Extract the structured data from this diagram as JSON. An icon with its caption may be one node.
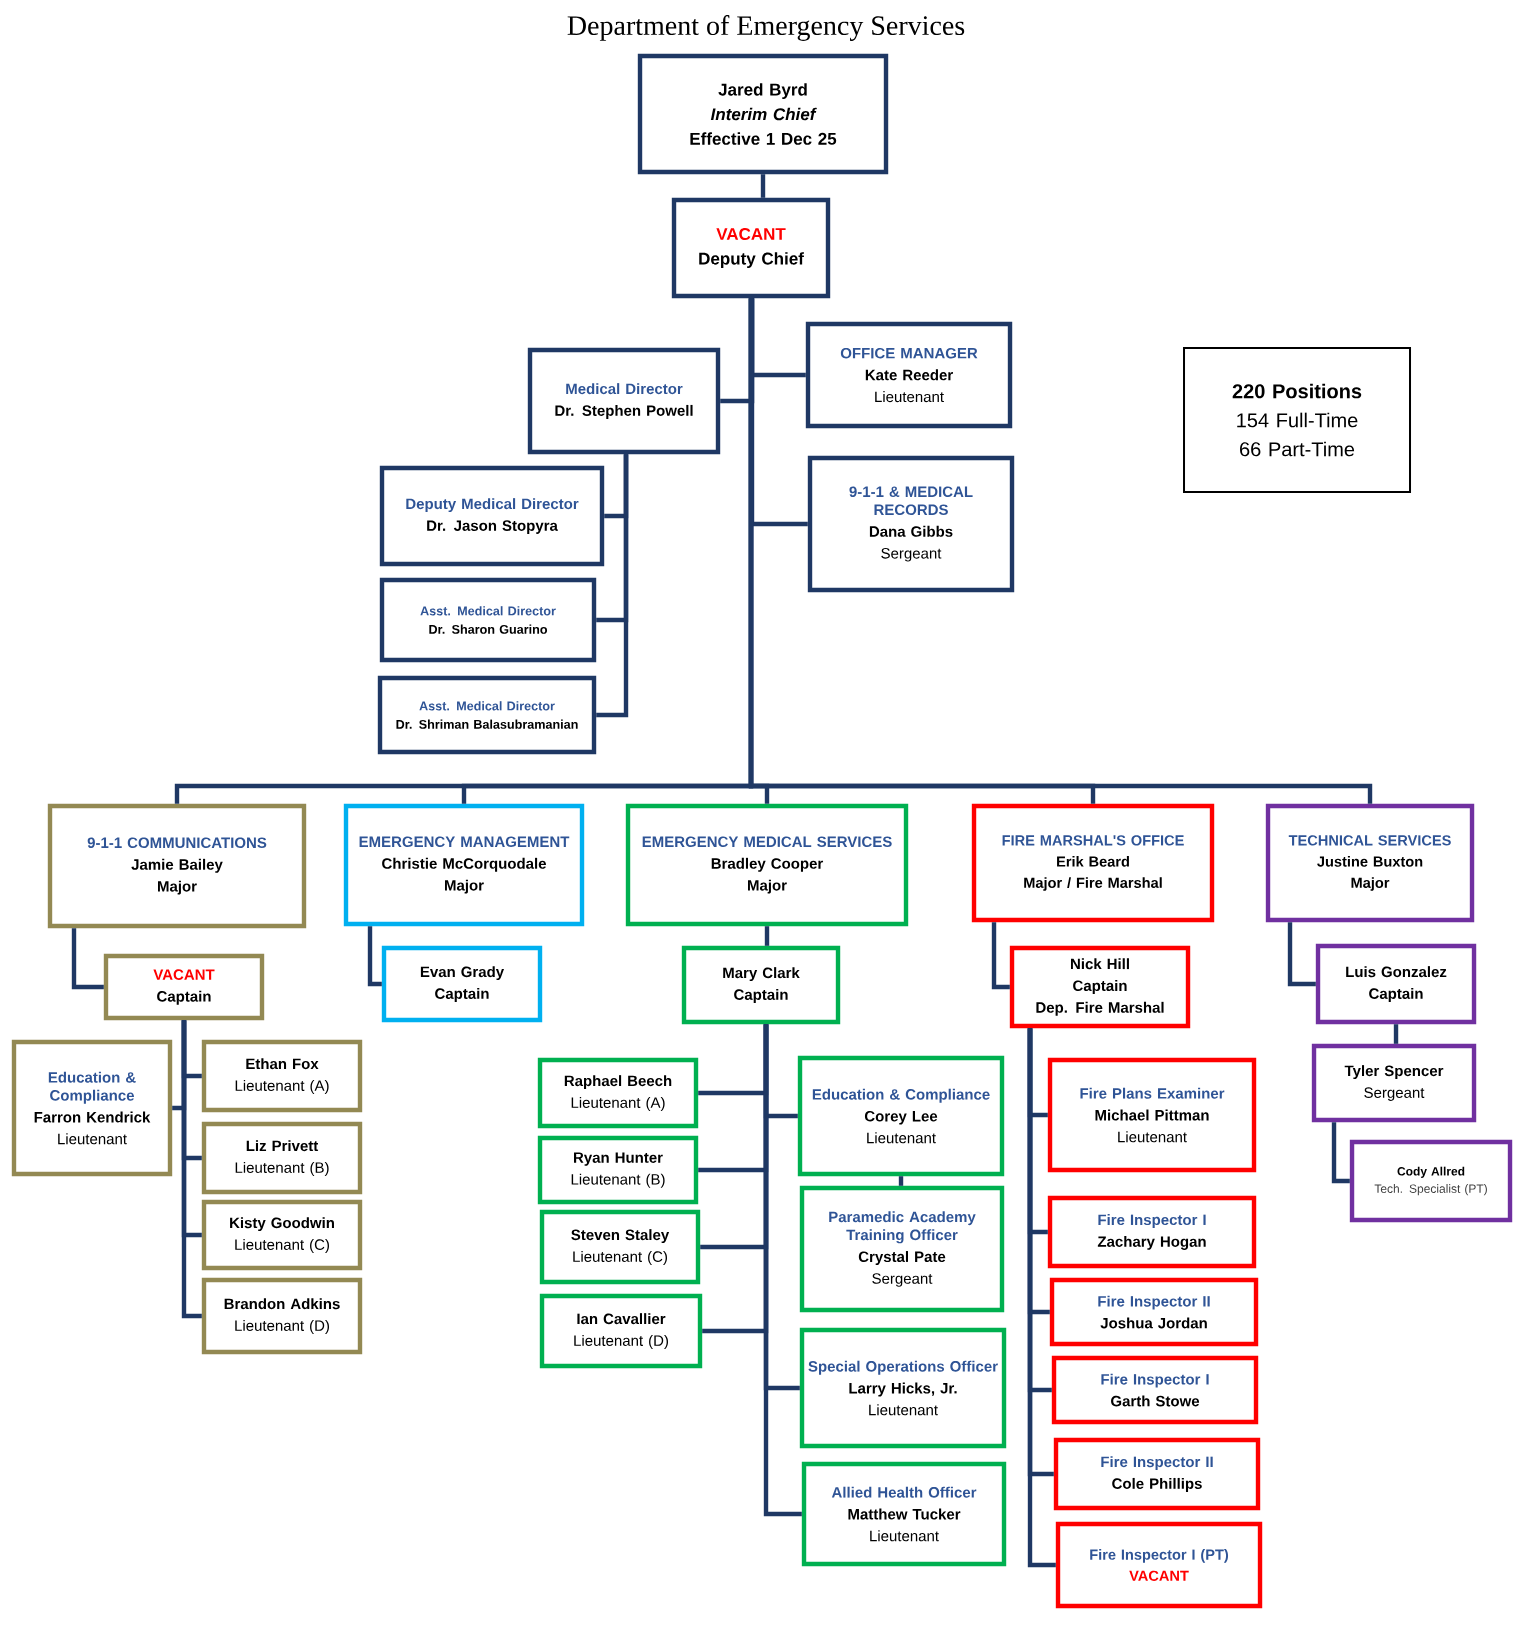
{
  "diagram": {
    "title": "Department of Emergency Services",
    "nodes": [
      {
        "text": [
          "Jared Byrd",
          "Interim Chief",
          "Effective 1 Dec 25"
        ]
      },
      {
        "text": [
          "VACANT",
          "Deputy Chief"
        ]
      },
      {
        "text": [
          "Medical Director",
          "Dr. Stephen Powell"
        ]
      },
      {
        "text": [
          "OFFICE MANAGER",
          "Kate Reeder",
          "Lieutenant"
        ]
      },
      {
        "text": [
          "Deputy Medical Director",
          "Dr. Jason Stopyra"
        ]
      },
      {
        "text": [
          "Asst. Medical Director",
          "Dr. Sharon Guarino"
        ]
      },
      {
        "text": [
          "Asst. Medical Director",
          "Dr. Shriman Balasubramanian"
        ]
      },
      {
        "text": [
          "9-1-1 & MEDICAL RECORDS",
          "Dana Gibbs",
          "Sergeant"
        ]
      },
      {
        "text": [
          "220 Positions",
          "154 Full-Time",
          "66 Part-Time"
        ]
      },
      {
        "text": [
          "9-1-1 COMMUNICATIONS",
          "Jamie Bailey",
          "Major"
        ]
      },
      {
        "text": [
          "VACANT",
          "Captain"
        ]
      },
      {
        "text": [
          "Education & Compliance",
          "Farron Kendrick",
          "Lieutenant"
        ]
      },
      {
        "text": [
          "Ethan Fox",
          "Lieutenant (A)"
        ]
      },
      {
        "text": [
          "Liz Privett",
          "Lieutenant (B)"
        ]
      },
      {
        "text": [
          "Kisty Goodwin",
          "Lieutenant (C)"
        ]
      },
      {
        "text": [
          "Brandon Adkins",
          "Lieutenant (D)"
        ]
      },
      {
        "text": [
          "EMERGENCY MANAGEMENT",
          "Christie McCorquodale",
          "Major"
        ]
      },
      {
        "text": [
          "Evan Grady",
          "Captain"
        ]
      },
      {
        "text": [
          "EMERGENCY MEDICAL SERVICES",
          "Bradley Cooper",
          "Major"
        ]
      },
      {
        "text": [
          "Mary Clark",
          "Captain"
        ]
      },
      {
        "text": [
          "Raphael Beech",
          "Lieutenant (A)"
        ]
      },
      {
        "text": [
          "Ryan Hunter",
          "Lieutenant (B)"
        ]
      },
      {
        "text": [
          "Steven Staley",
          "Lieutenant (C)"
        ]
      },
      {
        "text": [
          "Ian Cavallier",
          "Lieutenant (D)"
        ]
      },
      {
        "text": [
          "Education & Compliance",
          "Corey Lee",
          "Lieutenant"
        ]
      },
      {
        "text": [
          "Paramedic Academy Training Officer",
          "Crystal Pate",
          "Sergeant"
        ]
      },
      {
        "text": [
          "Special Operations Officer",
          "Larry Hicks, Jr.",
          "Lieutenant"
        ]
      },
      {
        "text": [
          "Allied Health Officer",
          "Matthew Tucker",
          "Lieutenant"
        ]
      },
      {
        "text": [
          "FIRE MARSHAL'S OFFICE",
          "Erik Beard",
          "Major / Fire Marshal"
        ]
      },
      {
        "text": [
          "Nick Hill",
          "Captain",
          "Dep. Fire Marshal"
        ]
      },
      {
        "text": [
          "Fire Plans Examiner",
          "Michael Pittman",
          "Lieutenant"
        ]
      },
      {
        "text": [
          "Fire Inspector I",
          "Zachary Hogan"
        ]
      },
      {
        "text": [
          "Fire Inspector II",
          "Joshua Jordan"
        ]
      },
      {
        "text": [
          "Fire Inspector I",
          "Garth Stowe"
        ]
      },
      {
        "text": [
          "Fire Inspector II",
          "Cole Phillips"
        ]
      },
      {
        "text": [
          "Fire Inspector I (PT)",
          "VACANT"
        ]
      },
      {
        "text": [
          "TECHNICAL SERVICES",
          "Justine Buxton",
          "Major"
        ]
      },
      {
        "text": [
          "Luis Gonzalez",
          "Captain"
        ]
      },
      {
        "text": [
          "Tyler Spencer",
          "Sergeant"
        ]
      },
      {
        "text": [
          "Cody Allred",
          "Tech. Specialist (PT)"
        ]
      }
    ],
    "edges": [
      {
        "from": 0,
        "to": 1,
        "arrow": "none"
      },
      {
        "from": 1,
        "to": 2,
        "arrow": "none"
      },
      {
        "from": 1,
        "to": 3,
        "arrow": "none"
      },
      {
        "from": 2,
        "to": 4,
        "arrow": "none"
      },
      {
        "from": 2,
        "to": 5,
        "arrow": "none"
      },
      {
        "from": 2,
        "to": 6,
        "arrow": "none"
      },
      {
        "from": 1,
        "to": 7,
        "arrow": "none"
      },
      {
        "from": 1,
        "to": 9,
        "arrow": "none"
      },
      {
        "from": 1,
        "to": 16,
        "arrow": "none"
      },
      {
        "from": 1,
        "to": 18,
        "arrow": "none"
      },
      {
        "from": 1,
        "to": 28,
        "arrow": "none"
      },
      {
        "from": 1,
        "to": 36,
        "arrow": "none"
      },
      {
        "from": 9,
        "to": 10,
        "arrow": "none"
      },
      {
        "from": 10,
        "to": 11,
        "arrow": "none"
      },
      {
        "from": 10,
        "to": 12,
        "arrow": "none"
      },
      {
        "from": 10,
        "to": 13,
        "arrow": "none"
      },
      {
        "from": 10,
        "to": 14,
        "arrow": "none"
      },
      {
        "from": 10,
        "to": 15,
        "arrow": "none"
      },
      {
        "from": 16,
        "to": 17,
        "arrow": "none"
      },
      {
        "from": 18,
        "to": 19,
        "arrow": "none"
      },
      {
        "from": 19,
        "to": 20,
        "arrow": "none"
      },
      {
        "from": 19,
        "to": 21,
        "arrow": "none"
      },
      {
        "from": 19,
        "to": 22,
        "arrow": "none"
      },
      {
        "from": 19,
        "to": 23,
        "arrow": "none"
      },
      {
        "from": 19,
        "to": 24,
        "arrow": "none"
      },
      {
        "from": 24,
        "to": 25,
        "arrow": "none"
      },
      {
        "from": 19,
        "to": 26,
        "arrow": "none"
      },
      {
        "from": 19,
        "to": 27,
        "arrow": "none"
      },
      {
        "from": 28,
        "to": 29,
        "arrow": "none"
      },
      {
        "from": 29,
        "to": 30,
        "arrow": "none"
      },
      {
        "from": 29,
        "to": 31,
        "arrow": "none"
      },
      {
        "from": 29,
        "to": 32,
        "arrow": "none"
      },
      {
        "from": 29,
        "to": 33,
        "arrow": "none"
      },
      {
        "from": 29,
        "to": 34,
        "arrow": "none"
      },
      {
        "from": 29,
        "to": 35,
        "arrow": "none"
      },
      {
        "from": 36,
        "to": 37,
        "arrow": "none"
      },
      {
        "from": 37,
        "to": 38,
        "arrow": "none"
      },
      {
        "from": 38,
        "to": 39,
        "arrow": "none"
      }
    ]
  }
}
